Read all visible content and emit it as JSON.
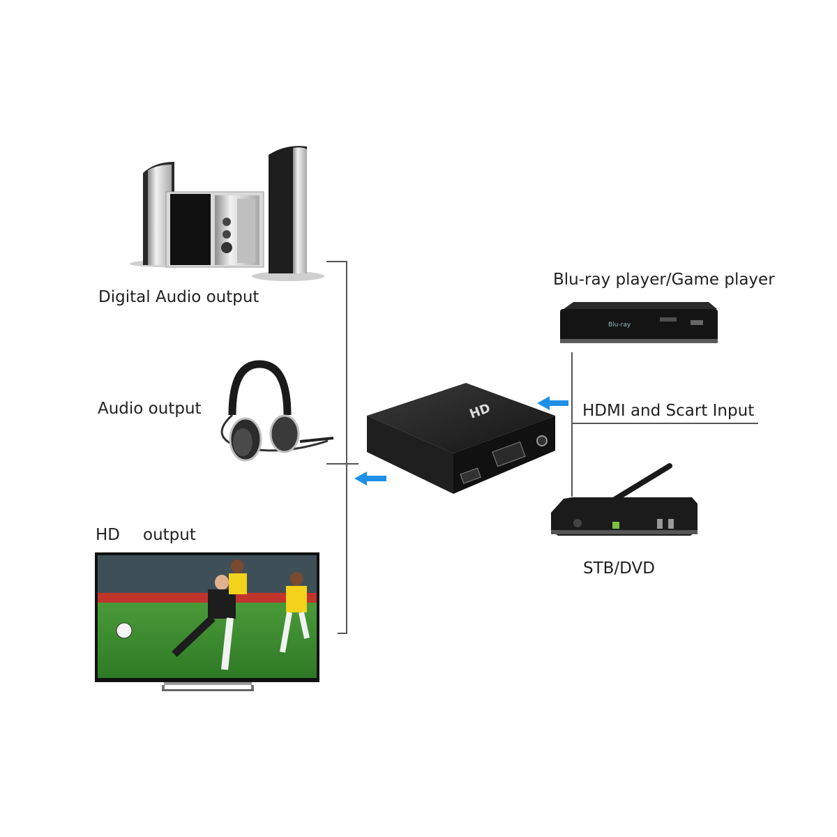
{
  "outputs": {
    "digital_audio": "Digital Audio output",
    "audio": "Audio output",
    "hd_prefix": "HD",
    "hd_suffix": "output"
  },
  "inputs": {
    "bluray": "Blu-ray player/Game player",
    "hdmi_scart": "HDMI and Scart Input",
    "stb": "STB/DVD"
  },
  "colors": {
    "arrow": "#1e90e8",
    "line": "#555555",
    "device": "#1c1c1c"
  },
  "icons": [
    "speaker-system-icon",
    "headphones-icon",
    "tv-icon",
    "converter-box-icon",
    "bluray-player-icon",
    "stb-box-icon"
  ]
}
